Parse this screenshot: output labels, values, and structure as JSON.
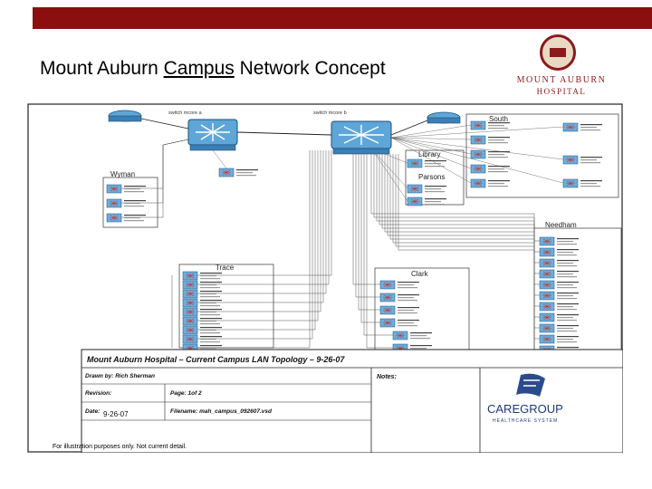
{
  "slide": {
    "title_prefix": "Mount Auburn ",
    "title_underlined": "Campus",
    "title_suffix": " Network Concept",
    "disclaimer": "For illustration purposes only. Not current detail."
  },
  "logo": {
    "line1": "MOUNT AUBURN",
    "line2": "HOSPITAL"
  },
  "diagram": {
    "areas": {
      "south": "South",
      "library": "Library",
      "parsons": "Parsons",
      "wyman": "Wyman",
      "needham": "Needham",
      "clark": "Clark",
      "trace": "Trace"
    },
    "core_labels": [
      "switch mcore a",
      "switch mcore b"
    ],
    "titleblock": {
      "heading": "Mount Auburn Hospital – Current Campus LAN Topology – 9-26-07",
      "drawn_by": "Drawn by: Rich Sherman",
      "revision": "Revision:",
      "date_label": "Date:",
      "date_value": "9-26-07",
      "page": "Page: 1of 2",
      "filename": "Filename: mah_campus_092607.vsd",
      "notes": "Notes:",
      "brand": "CAREGROUP",
      "brand_sub": "HEALTHCARE SYSTEM"
    }
  }
}
